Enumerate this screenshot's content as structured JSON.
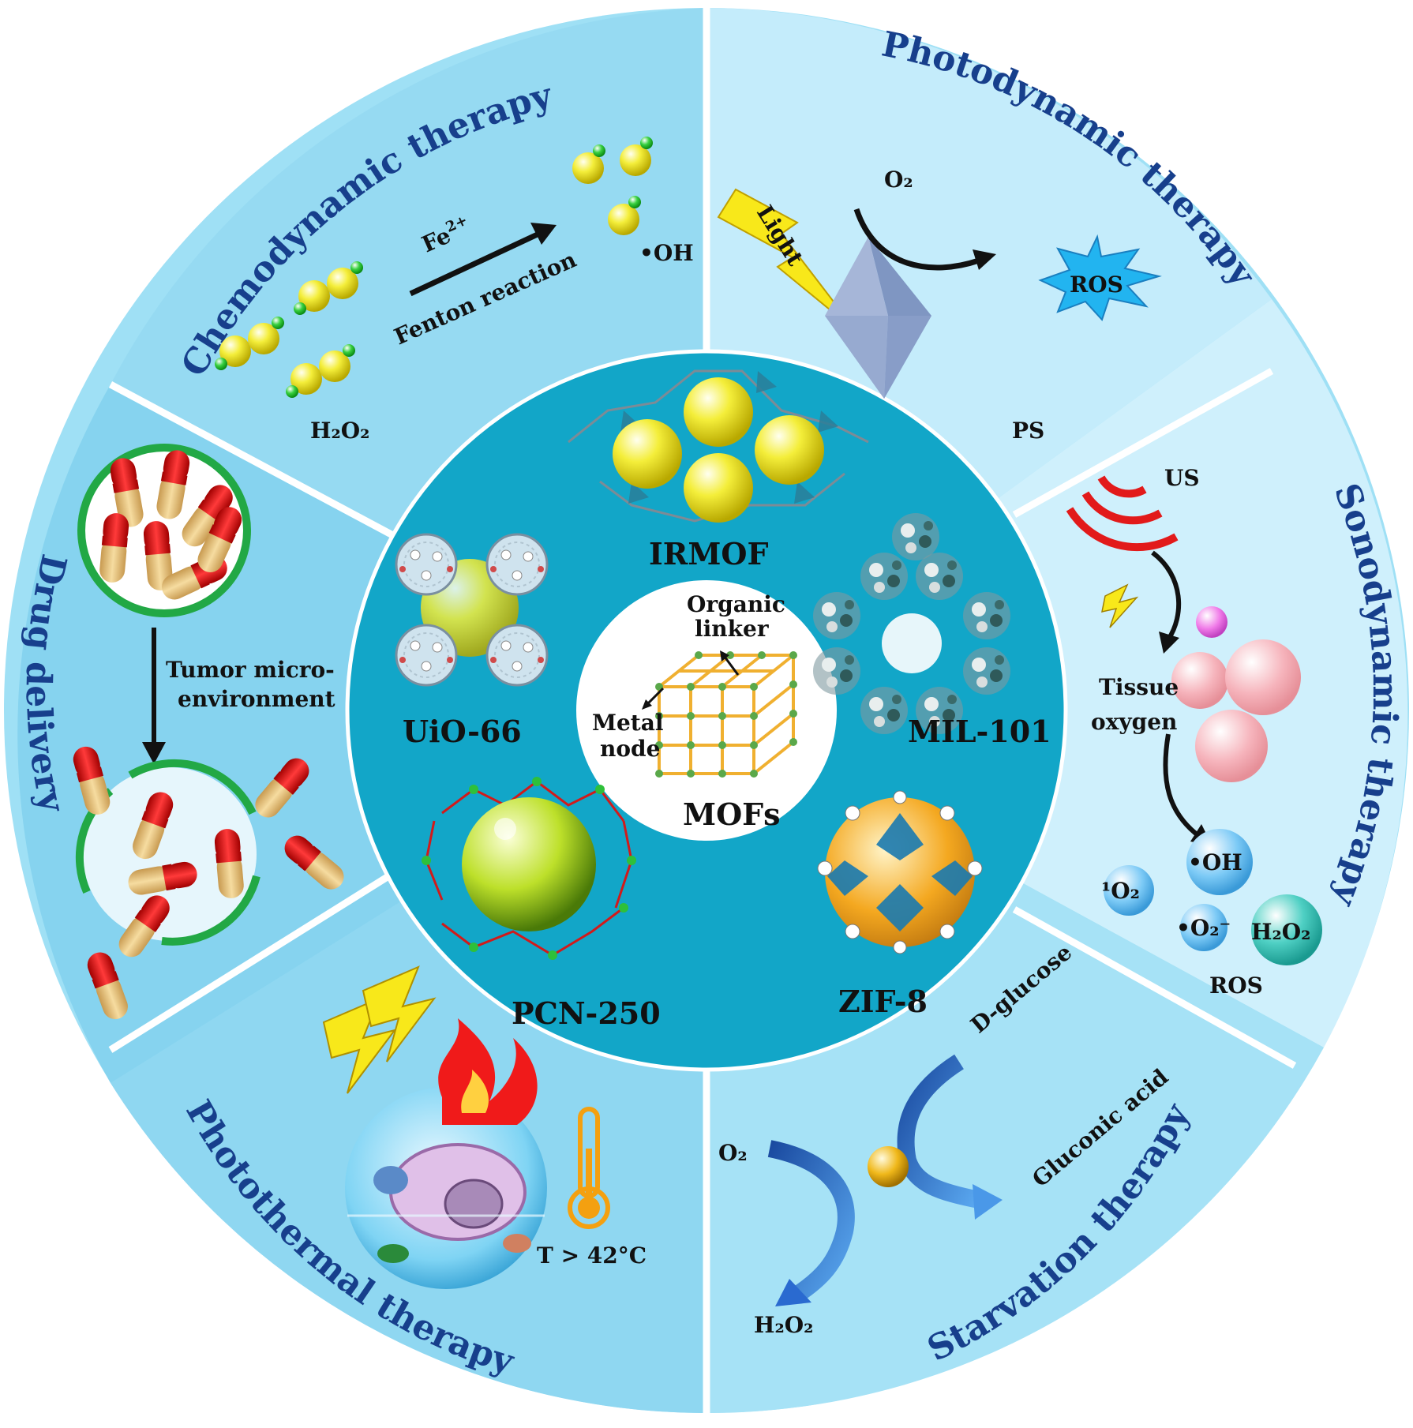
{
  "center": {
    "organic_linker_line1": "Organic",
    "organic_linker_line2": "linker",
    "metal_node_line1": "Metal",
    "metal_node_line2": "node",
    "mofs": "MOFs"
  },
  "mofs": {
    "irmof": "IRMOF",
    "uio66": "UiO-66",
    "mil101": "MIL-101",
    "pcn250": "PCN-250",
    "zif8": "ZIF-8"
  },
  "segments": {
    "chemodynamic": {
      "title": "Chemodynamic therapy",
      "fe": "Fe",
      "fe_sup": "2+",
      "fenton": "Fenton reaction",
      "oh": "•OH",
      "h2o2": "H₂O₂"
    },
    "photodynamic": {
      "title": "Photodynamic therapy",
      "light": "Light",
      "o2": "O₂",
      "ros": "ROS",
      "ps": "PS"
    },
    "sonodynamic": {
      "title": "Sonodynamic therapy",
      "us": "US",
      "tissue": "Tissue",
      "oxygen": "oxygen",
      "oh": "•OH",
      "singlet_o2": "¹O₂",
      "superoxide": "•O₂⁻",
      "h2o2": "H₂O₂",
      "ros": "ROS"
    },
    "starvation": {
      "title": "Starvation therapy",
      "dglucose": "D-glucose",
      "gluconic": "Gluconic acid",
      "o2": "O₂",
      "h2o2": "H₂O₂"
    },
    "photothermal": {
      "title": "Photothermal therapy",
      "temp": "T >  42°C"
    },
    "drug": {
      "title": "Drug delivery",
      "tumor_line1": "Tumor micro-",
      "tumor_line2": "environment"
    }
  },
  "colors": {
    "outer_ring": "#9fe0f5",
    "middle_disc": "#12a6c8",
    "title_text": "#173f8c",
    "capsule_red": "#e01010",
    "capsule_tan": "#e8c07a",
    "sphere_yellow": "#f2ea2a",
    "green_ring": "#22a845"
  }
}
